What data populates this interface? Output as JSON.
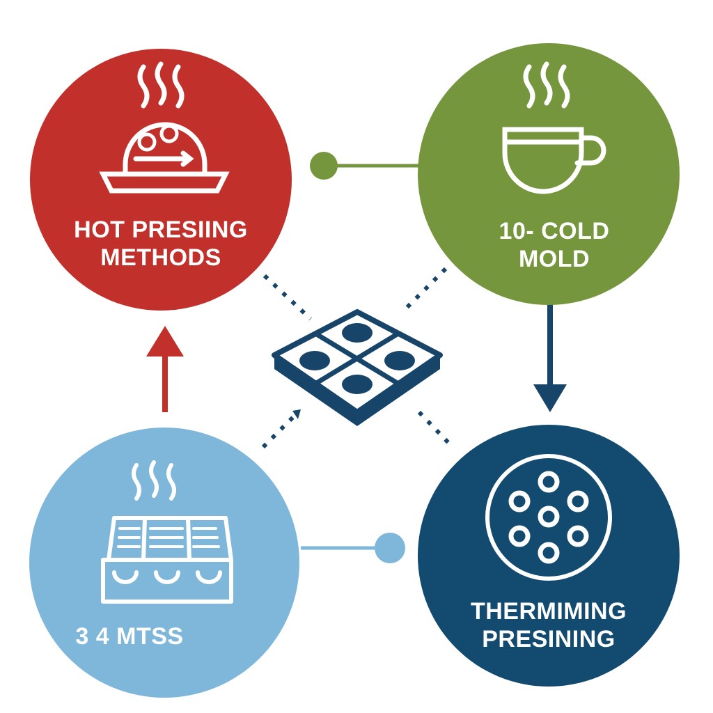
{
  "colors": {
    "hot": "#C1302B",
    "cold": "#76963E",
    "mats": "#7EB7DA",
    "therm": "#134A70",
    "navy": "#17456A",
    "white": "#FFFFFF"
  },
  "nodes": {
    "hot": {
      "line1": "HOT PRESIING",
      "line2": "METHODS",
      "icon": "steaming-dome-dish-icon"
    },
    "cold": {
      "line1": "10- COLD",
      "line2": "MOLD",
      "icon": "steaming-cup-icon"
    },
    "mats": {
      "line1": "3 4 MTSS",
      "icon": "steaming-mat-tray-icon"
    },
    "therm": {
      "line1": "THERMIMING",
      "line2": "PRESINING",
      "icon": "circle-pattern-icon"
    }
  },
  "center": {
    "icon": "four-cavity-mold-tray-icon"
  }
}
